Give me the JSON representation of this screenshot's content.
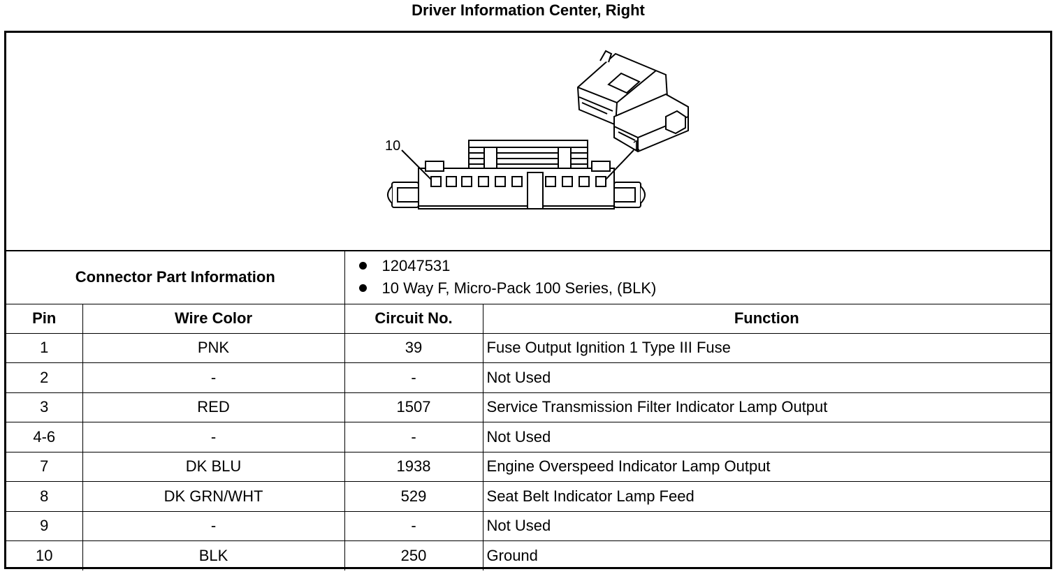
{
  "title": "Driver Information Center, Right",
  "diagram": {
    "pin_label_left": "10",
    "pin_label_right": "1"
  },
  "connector_info": {
    "label": "Connector Part Information",
    "items": [
      "12047531",
      "10 Way F, Micro-Pack 100 Series, (BLK)"
    ]
  },
  "table": {
    "headers": [
      "Pin",
      "Wire Color",
      "Circuit No.",
      "Function"
    ],
    "rows": [
      [
        "1",
        "PNK",
        "39",
        "Fuse Output Ignition 1 Type III Fuse"
      ],
      [
        "2",
        "-",
        "-",
        "Not Used"
      ],
      [
        "3",
        "RED",
        "1507",
        "Service Transmission Filter Indicator Lamp Output"
      ],
      [
        "4-6",
        "-",
        "-",
        "Not Used"
      ],
      [
        "7",
        "DK BLU",
        "1938",
        "Engine Overspeed Indicator Lamp Output"
      ],
      [
        "8",
        "DK GRN/WHT",
        "529",
        "Seat Belt Indicator Lamp Feed"
      ],
      [
        "9",
        "-",
        "-",
        "Not Used"
      ],
      [
        "10",
        "BLK",
        "250",
        "Ground"
      ]
    ]
  }
}
